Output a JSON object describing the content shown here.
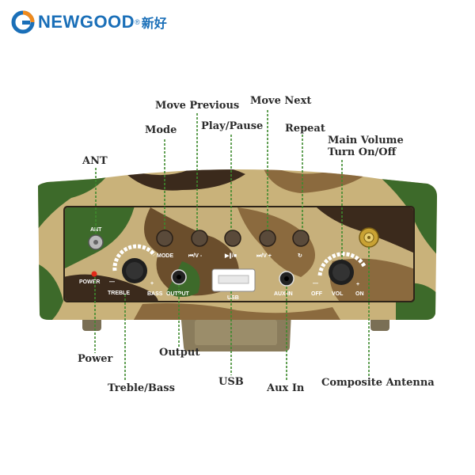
{
  "brand": {
    "name": "NEWGOOD",
    "registered": "®",
    "chinese": "新好",
    "colors": {
      "blue": "#1a6fb8",
      "orange": "#f08a1c"
    }
  },
  "callouts": {
    "move_previous": "Move Previous",
    "move_next": "Move Next",
    "mode": "Mode",
    "play_pause": "Play/Pause",
    "repeat": "Repeat",
    "main_volume_line1": "Main Volume",
    "main_volume_line2": "Turn On/Off",
    "ant": "ANT",
    "power": "Power",
    "output": "Output",
    "treble_bass": "Treble/Bass",
    "usb": "USB",
    "aux_in": "Aux In",
    "composite_antenna": "Composite Antenna"
  },
  "panel_labels": {
    "ant": "ANT",
    "mode": "MODE",
    "prev": "⏮/V -",
    "play": "▶∥/■",
    "next": "⏭/V +",
    "repeat": "↻",
    "power": "POWER",
    "minus": "—",
    "plus": "+",
    "treble": "TREBLE",
    "bass": "BASS",
    "output": "OUTPUT",
    "usb": "USB",
    "aux_in": "AUX IN",
    "off": "OFF",
    "vol": "VOL",
    "on": "ON"
  },
  "colors": {
    "leader_line": "#3e8a2e",
    "camo_light": "#c9b27a",
    "camo_mid": "#8b6a3e",
    "camo_dark": "#3b2a1c",
    "camo_green": "#3d6a2a"
  }
}
